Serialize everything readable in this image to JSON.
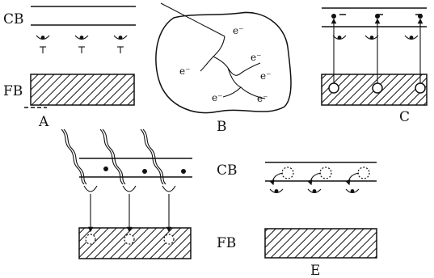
{
  "labels": {
    "cb": "CB",
    "fb": "FB",
    "a": "A",
    "b": "B",
    "c": "C",
    "e": "E",
    "electron": "e⁻",
    "trap": "T"
  },
  "colors": {
    "ink": "#111111",
    "background": "#ffffff"
  }
}
